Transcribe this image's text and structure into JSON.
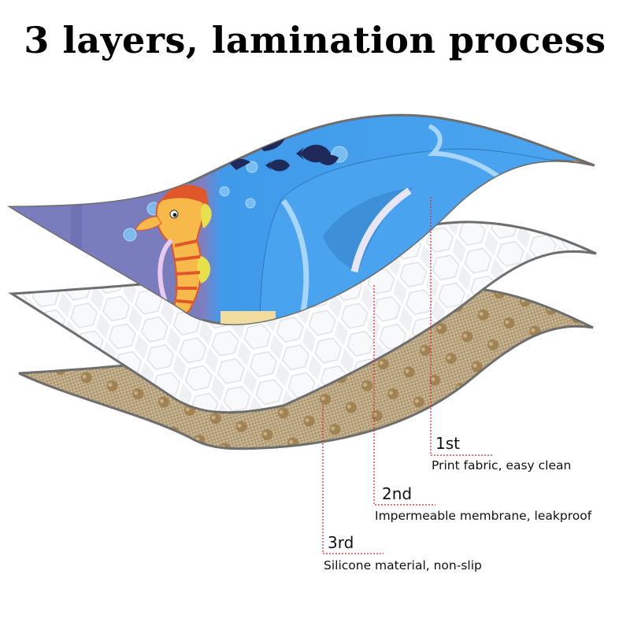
{
  "title": "3 layers, lamination process",
  "colors": {
    "leader_line": "#d9252a",
    "edge": "#6e6e6e",
    "print_blue": "#3d9be9",
    "print_purple": "#7d80c0",
    "membrane": "#eceef1",
    "silicone": "#b8a27c",
    "silicone_dot": "#9c7c48",
    "fish": "#1f2a5a"
  },
  "layers": [
    {
      "id": "layer-1",
      "name": "Print fabric layer",
      "texture": "ocean-cartoon-print"
    },
    {
      "id": "layer-2",
      "name": "Impermeable membrane layer",
      "texture": "white-honeycomb"
    },
    {
      "id": "layer-3",
      "name": "Silicone layer",
      "texture": "tan-dotted-weave"
    }
  ],
  "callouts": [
    {
      "number": "1st",
      "description": "Print fabric, easy clean"
    },
    {
      "number": "2nd",
      "description": "Impermeable membrane, leakproof"
    },
    {
      "number": "3rd",
      "description": "Silicone material, non-slip"
    }
  ]
}
